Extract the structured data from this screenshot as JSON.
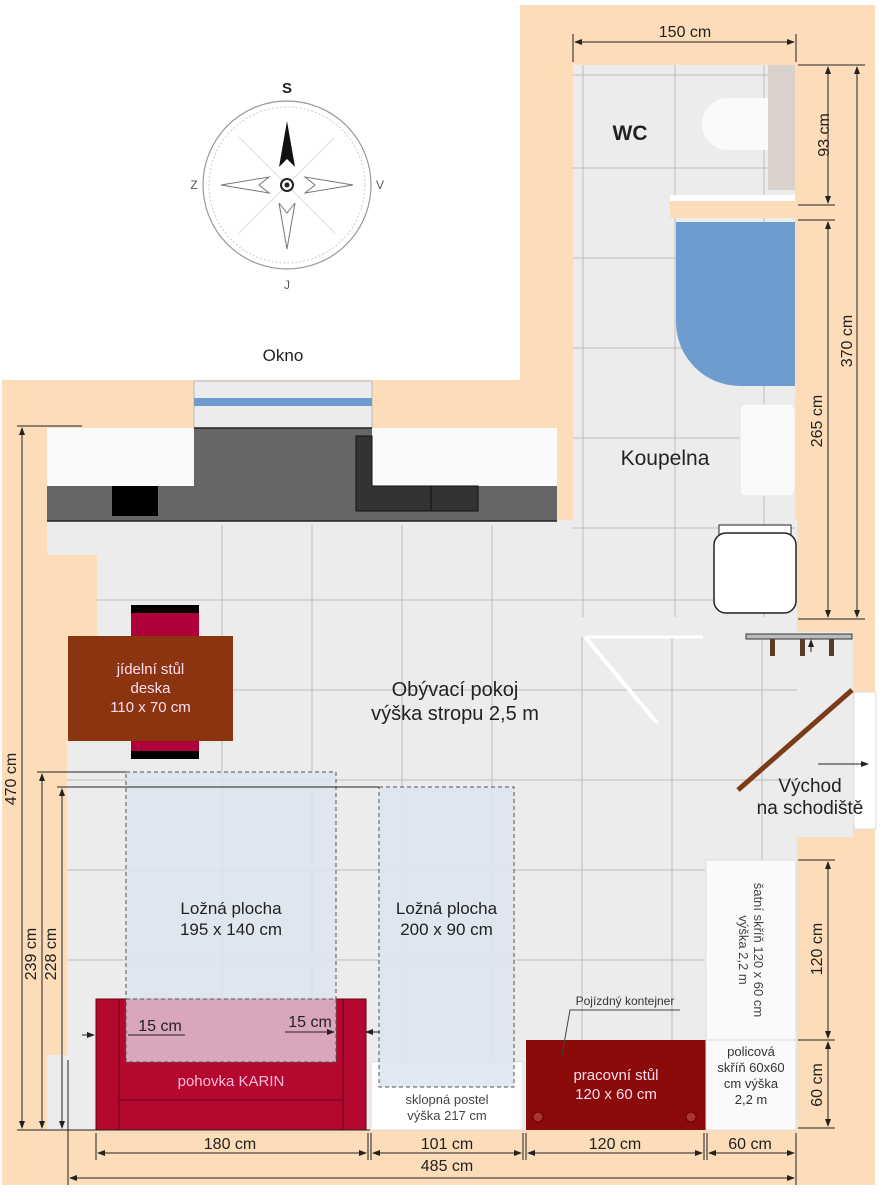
{
  "compass": {
    "north": "S",
    "south": "J",
    "west": "Z",
    "east": "V"
  },
  "window_label": "Okno",
  "rooms": {
    "wc": "WC",
    "bathroom": "Koupelna",
    "living_room": {
      "line1": "Obývací pokoj",
      "line2": "výška stropu 2,5 m"
    },
    "exit": {
      "line1": "Východ",
      "line2": "na schodiště"
    }
  },
  "furniture": {
    "dining_table": {
      "line1": "jídelní stůl",
      "line2": "deska",
      "line3": "110 x 70 cm"
    },
    "sleep_area_sofa": {
      "line1": "Ložná plocha",
      "line2": "195 x 140 cm"
    },
    "sleep_area_bed": {
      "line1": "Ložná plocha",
      "line2": "200 x 90 cm"
    },
    "sofa": "pohovka KARIN",
    "folding_bed": {
      "line1": "sklopná postel",
      "line2": "výška 217 cm"
    },
    "desk": {
      "line1": "pracovní stůl",
      "line2": "120 x 60 cm"
    },
    "mobile_container": "Pojízdný kontejner",
    "wardrobe": {
      "line1": "šatní skříň 120 x 60 cm",
      "line2": "výška 2,2 m"
    },
    "shelf_cabinet": {
      "line1": "policová",
      "line2": "skříň 60x60",
      "line3": "cm výška",
      "line4": "2,2 m"
    }
  },
  "dimensions": {
    "bath_width": "150 cm",
    "wc_depth": "93 cm",
    "bath_length": "370 cm",
    "bath_inner": "265 cm",
    "room_height": "470 cm",
    "sofa_to_wall_239": "239 cm",
    "sofa_to_wall_228": "228 cm",
    "sofa_arm_left": "15 cm",
    "sofa_arm_right": "15 cm",
    "wardrobe_length": "120 cm",
    "shelf_length": "60 cm",
    "sofa_width": "180 cm",
    "bed_width": "101 cm",
    "desk_width": "120 cm",
    "shelf_width": "60 cm",
    "total_width": "485 cm"
  },
  "colors": {
    "wall": "#fcdcb9",
    "floor": "#ececec",
    "bathtub": "#6e9ccf",
    "dining_table": "#8b3510",
    "chair": "#b0003a",
    "sofa": "#b5082f",
    "desk": "#8b0a0a",
    "stair_line": "#7a3b16"
  }
}
